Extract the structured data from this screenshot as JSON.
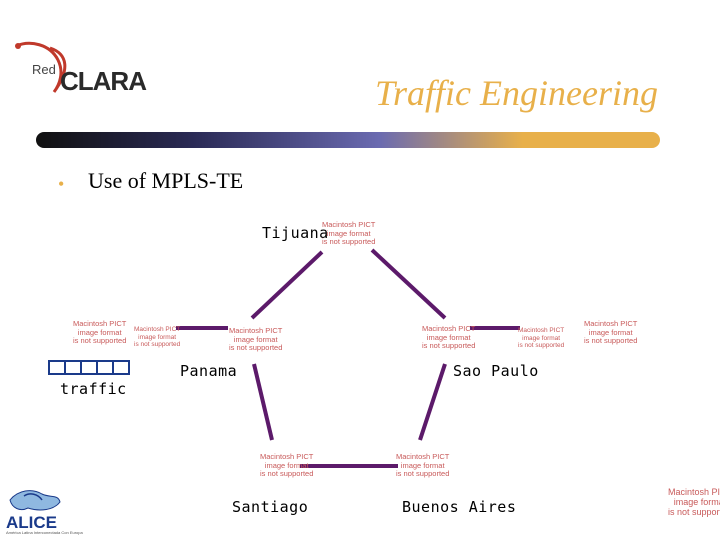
{
  "logo": {
    "red": "Red",
    "clara": "CLARA"
  },
  "title": "Traffic Engineering",
  "bullet": "Use of MPLS-TE",
  "nodes": {
    "tijuana": "Tijuana",
    "panama": "Panama",
    "sao_paulo": "Sao Paulo",
    "santiago": "Santiago",
    "buenos_aires": "Buenos Aires",
    "traffic": "traffic"
  },
  "pict": {
    "line1": "Macintosh PICT",
    "line2": "image format",
    "line3": "is not supported"
  },
  "alice": {
    "name": "ALICE",
    "subtitle": "América Latina Interconectada Con Europa"
  },
  "colors": {
    "title": "#e8b04a",
    "link": "#5c1a6a",
    "square": "#1a3a8a"
  }
}
